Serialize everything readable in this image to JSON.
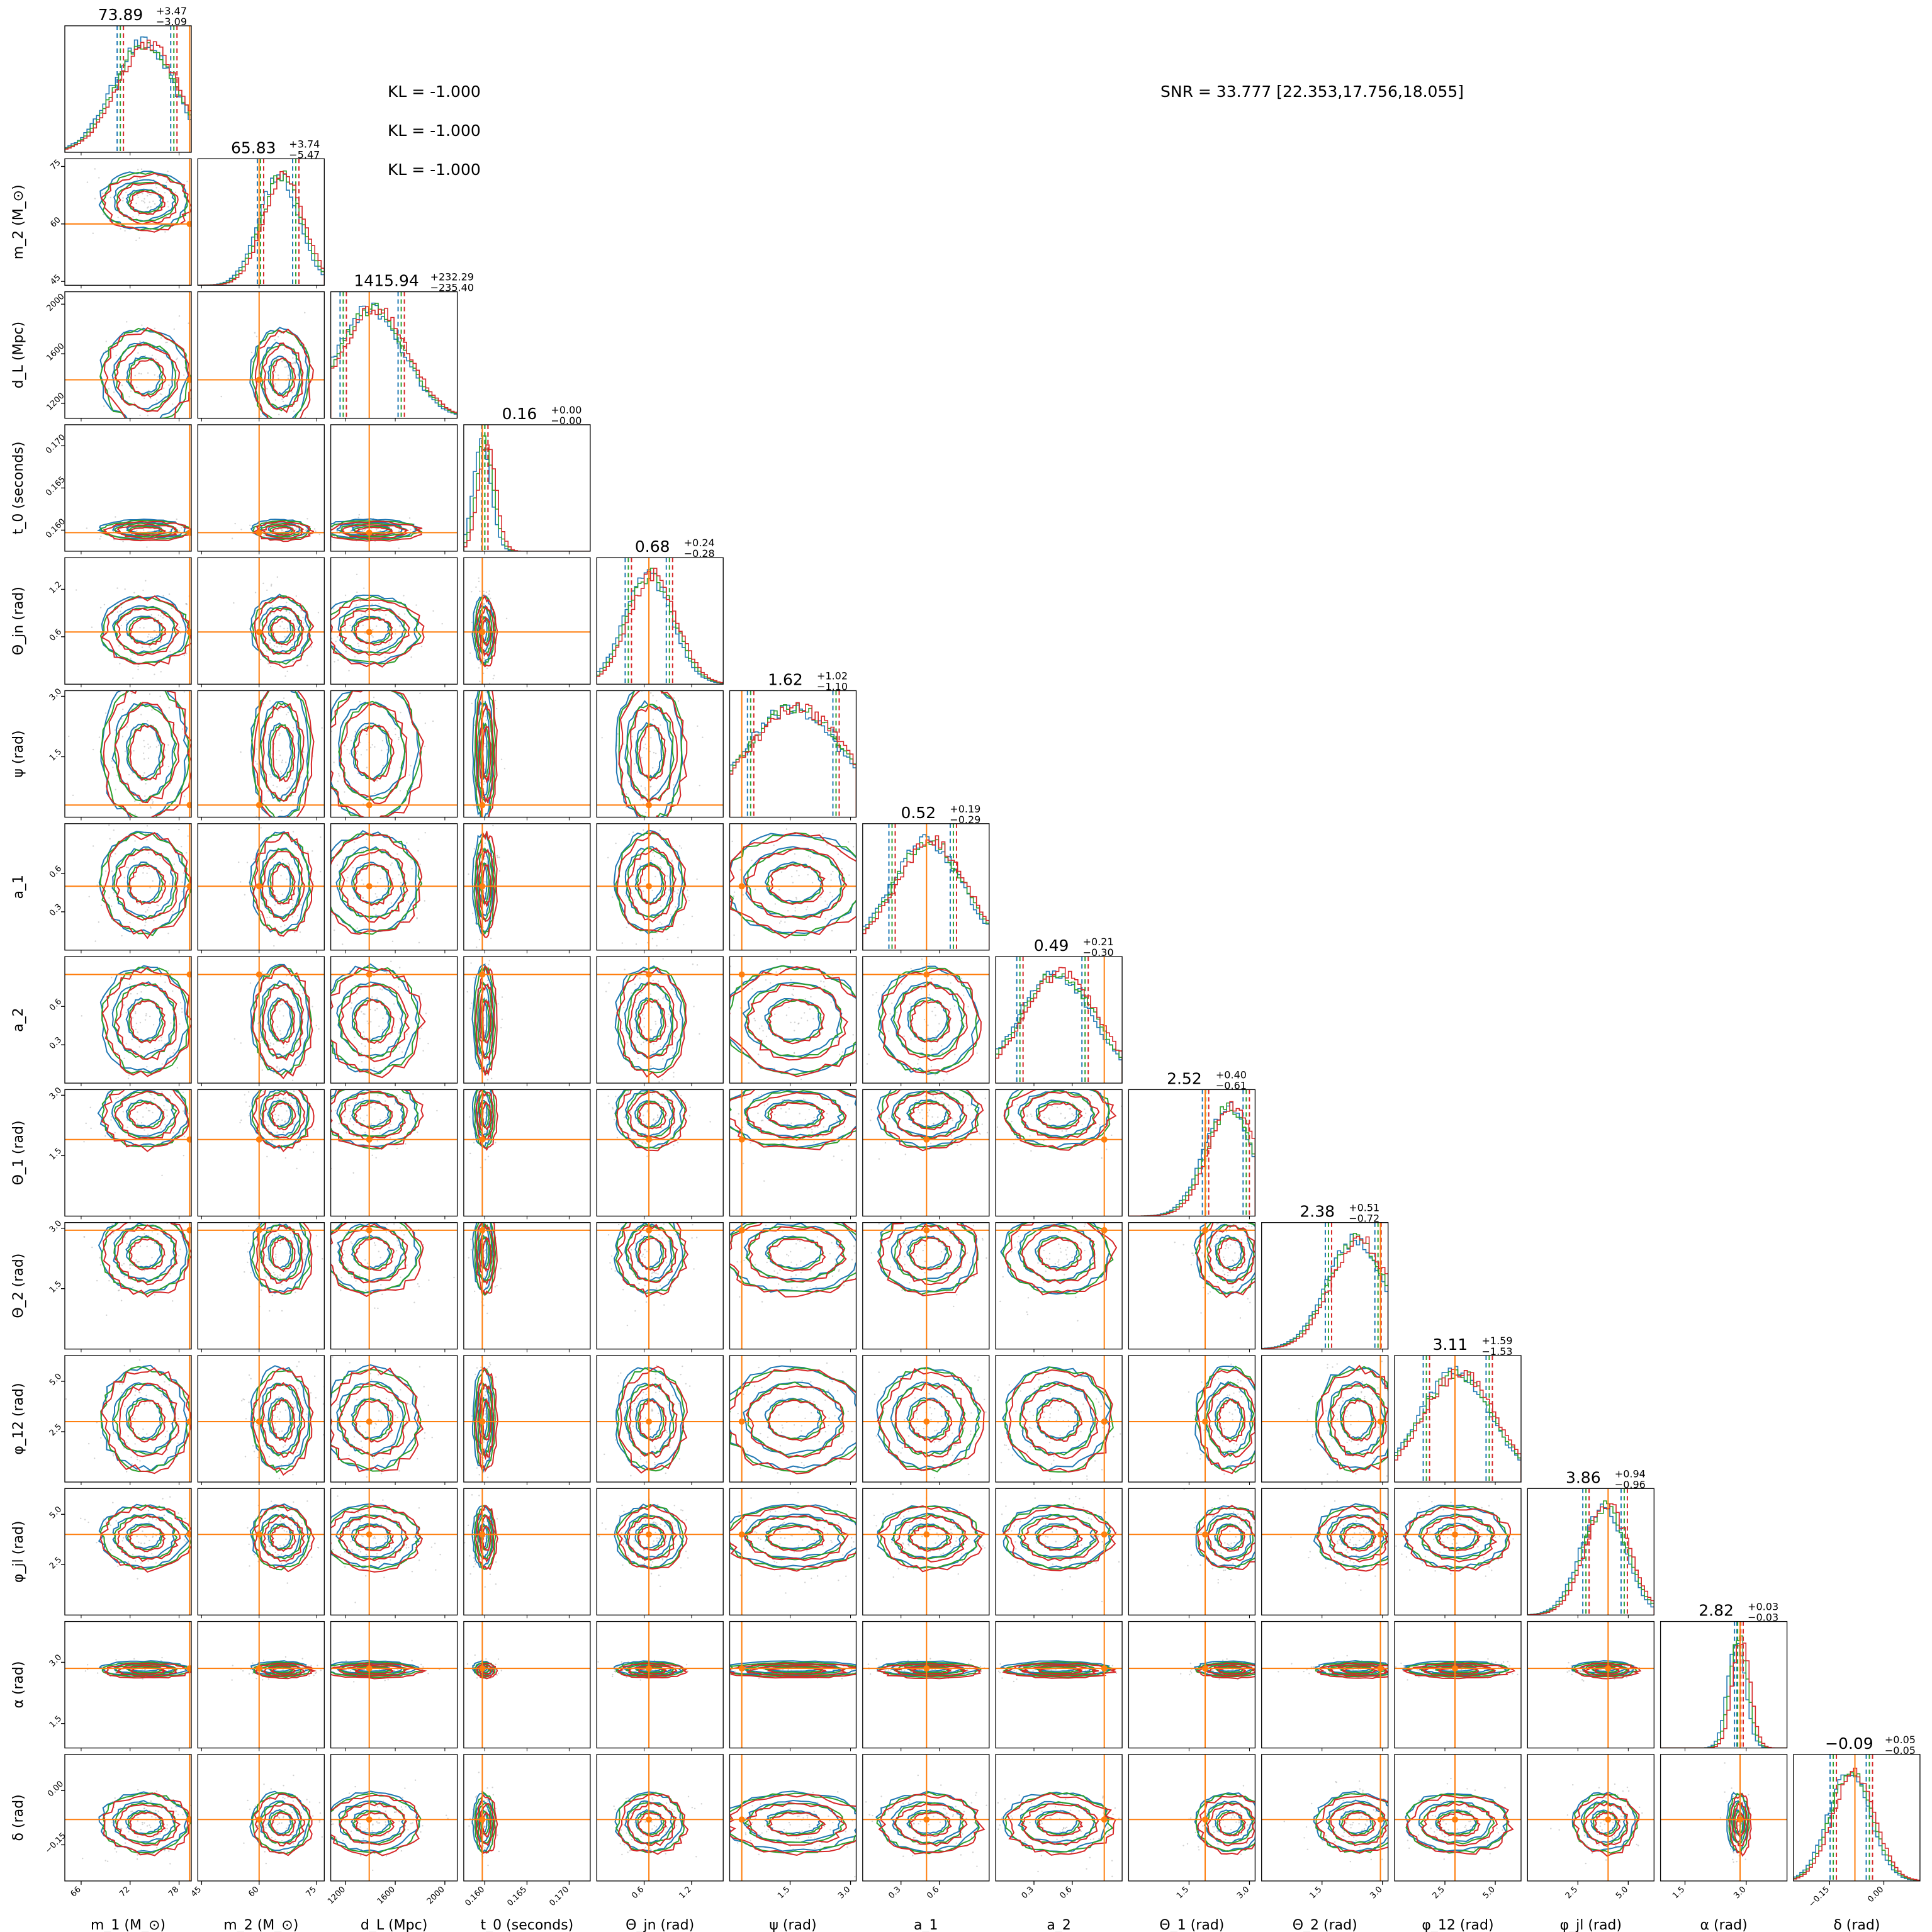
{
  "annotations": {
    "kl": [
      "KL = -1.000",
      "KL = -1.000",
      "KL = -1.000"
    ],
    "snr": "SNR = 33.777 [22.353,17.756,18.055]"
  },
  "colors": {
    "series_blue": "#1f77b4",
    "series_green": "#2ca02c",
    "series_red": "#d62728",
    "truth": "#ff7f0e",
    "samples": "#9a9a9a",
    "frame": "#000000"
  },
  "chart_data": {
    "type": "corner",
    "series_colors": [
      "#1f77b4",
      "#2ca02c",
      "#d62728"
    ],
    "truth_color": "#ff7f0e",
    "parameters": [
      {
        "label": "m_1 (M_⊙)",
        "range": [
          64,
          79.5
        ],
        "ticks": [
          66,
          72,
          78
        ],
        "tick_labels": [
          "66",
          "72",
          "78"
        ],
        "truth": 79.3,
        "median": 73.89,
        "plus": 3.47,
        "minus": 3.09,
        "title": "73.89",
        "title_plus": "+3.47",
        "title_minus": "−3.09",
        "peak": 0.55
      },
      {
        "label": "m_2 (M_⊙)",
        "range": [
          44,
          77
        ],
        "ticks": [
          45,
          60,
          75
        ],
        "tick_labels": [
          "45",
          "60",
          "75"
        ],
        "truth": 60,
        "median": 65.83,
        "plus": 3.74,
        "minus": 5.47,
        "title": "65.83",
        "title_plus": "+3.74",
        "title_minus": "−5.47",
        "peak": 0.65
      },
      {
        "label": "d_L (Mpc)",
        "range": [
          1080,
          2100
        ],
        "ticks": [
          1200,
          1600,
          2000
        ],
        "tick_labels": [
          "1200",
          "1600",
          "2000"
        ],
        "truth": 1390,
        "median": 1415.94,
        "plus": 232.29,
        "minus": 235.4,
        "title": "1415.94",
        "title_plus": "+232.29",
        "title_minus": "−235.40",
        "peak": 0.5
      },
      {
        "label": "t_0 (seconds)",
        "range": [
          0.1575,
          0.1725
        ],
        "ticks": [
          0.16,
          0.165,
          0.17
        ],
        "tick_labels": [
          "0.160",
          "0.165",
          "0.170"
        ],
        "truth": 0.1597,
        "median": 0.16,
        "plus": 0.0,
        "minus": 0.0,
        "width": 0.0007,
        "title": "0.16",
        "title_plus": "+0.00",
        "title_minus": "−0.00",
        "peak": 0.5
      },
      {
        "label": "Θ_jn (rad)",
        "range": [
          0.0,
          1.6
        ],
        "ticks": [
          0.6,
          1.2
        ],
        "tick_labels": [
          "0.6",
          "1.2"
        ],
        "truth": 0.66,
        "median": 0.68,
        "plus": 0.24,
        "minus": 0.28,
        "title": "0.68",
        "title_plus": "+0.24",
        "title_minus": "−0.28",
        "peak": 0.65
      },
      {
        "label": "ψ (rad)",
        "range": [
          0.0,
          3.14
        ],
        "ticks": [
          1.5,
          3.0
        ],
        "tick_labels": [
          "1.5",
          "3.0"
        ],
        "truth": 0.3,
        "median": 1.62,
        "plus": 1.02,
        "minus": 1.1,
        "title": "1.62",
        "title_plus": "+1.02",
        "title_minus": "−1.10",
        "peak": 0.3
      },
      {
        "label": "a_1",
        "range": [
          0.0,
          0.99
        ],
        "ticks": [
          0.3,
          0.6
        ],
        "tick_labels": [
          "0.3",
          "0.6"
        ],
        "truth": 0.5,
        "median": 0.52,
        "plus": 0.19,
        "minus": 0.29,
        "title": "0.52",
        "title_plus": "+0.19",
        "title_minus": "−0.29",
        "peak": 0.6
      },
      {
        "label": "a_2",
        "range": [
          0.0,
          0.99
        ],
        "ticks": [
          0.3,
          0.6
        ],
        "tick_labels": [
          "0.3",
          "0.6"
        ],
        "truth": 0.85,
        "median": 0.49,
        "plus": 0.21,
        "minus": 0.3,
        "title": "0.49",
        "title_plus": "+0.21",
        "title_minus": "−0.30",
        "peak": 0.6
      },
      {
        "label": "Θ_1 (rad)",
        "range": [
          0.0,
          3.14
        ],
        "ticks": [
          1.5,
          3.0
        ],
        "tick_labels": [
          "1.5",
          "3.0"
        ],
        "truth": 1.9,
        "median": 2.52,
        "plus": 0.4,
        "minus": 0.61,
        "title": "2.52",
        "title_plus": "+0.40",
        "title_minus": "−0.61",
        "peak": 0.75
      },
      {
        "label": "Θ_2 (rad)",
        "range": [
          0.0,
          3.14
        ],
        "ticks": [
          1.5,
          3.0
        ],
        "tick_labels": [
          "1.5",
          "3.0"
        ],
        "truth": 2.95,
        "median": 2.38,
        "plus": 0.51,
        "minus": 0.72,
        "title": "2.38",
        "title_plus": "+0.51",
        "title_minus": "−0.72",
        "peak": 0.75
      },
      {
        "label": "φ_12 (rad)",
        "range": [
          0.0,
          6.28
        ],
        "ticks": [
          2.5,
          5.0
        ],
        "tick_labels": [
          "2.5",
          "5.0"
        ],
        "truth": 3.0,
        "median": 3.11,
        "plus": 1.59,
        "minus": 1.53,
        "title": "3.11",
        "title_plus": "+1.59",
        "title_minus": "−1.53",
        "peak": 0.3
      },
      {
        "label": "φ_jl (rad)",
        "range": [
          0.0,
          6.28
        ],
        "ticks": [
          2.5,
          5.0
        ],
        "tick_labels": [
          "2.5",
          "5.0"
        ],
        "truth": 4.0,
        "median": 3.86,
        "plus": 0.94,
        "minus": 0.96,
        "title": "3.86",
        "title_plus": "+0.94",
        "title_minus": "−0.96",
        "peak": 0.5
      },
      {
        "label": "α (rad)",
        "range": [
          0.9,
          4.0
        ],
        "ticks": [
          1.5,
          3.0
        ],
        "tick_labels": [
          "1.5",
          "3.0"
        ],
        "truth": 2.85,
        "median": 2.82,
        "plus": 0.03,
        "minus": 0.03,
        "title": "2.82",
        "title_plus": "+0.03",
        "title_minus": "−0.03",
        "peak": 0.5
      },
      {
        "label": "δ (rad)",
        "range": [
          -0.25,
          0.1
        ],
        "ticks": [
          -0.15,
          0.0
        ],
        "tick_labels": [
          "−0.15",
          "0.00"
        ],
        "truth": -0.08,
        "median": -0.09,
        "plus": 0.05,
        "minus": 0.05,
        "title": "−0.09",
        "title_plus": "+0.05",
        "title_minus": "−0.05",
        "peak": 0.5
      }
    ]
  }
}
